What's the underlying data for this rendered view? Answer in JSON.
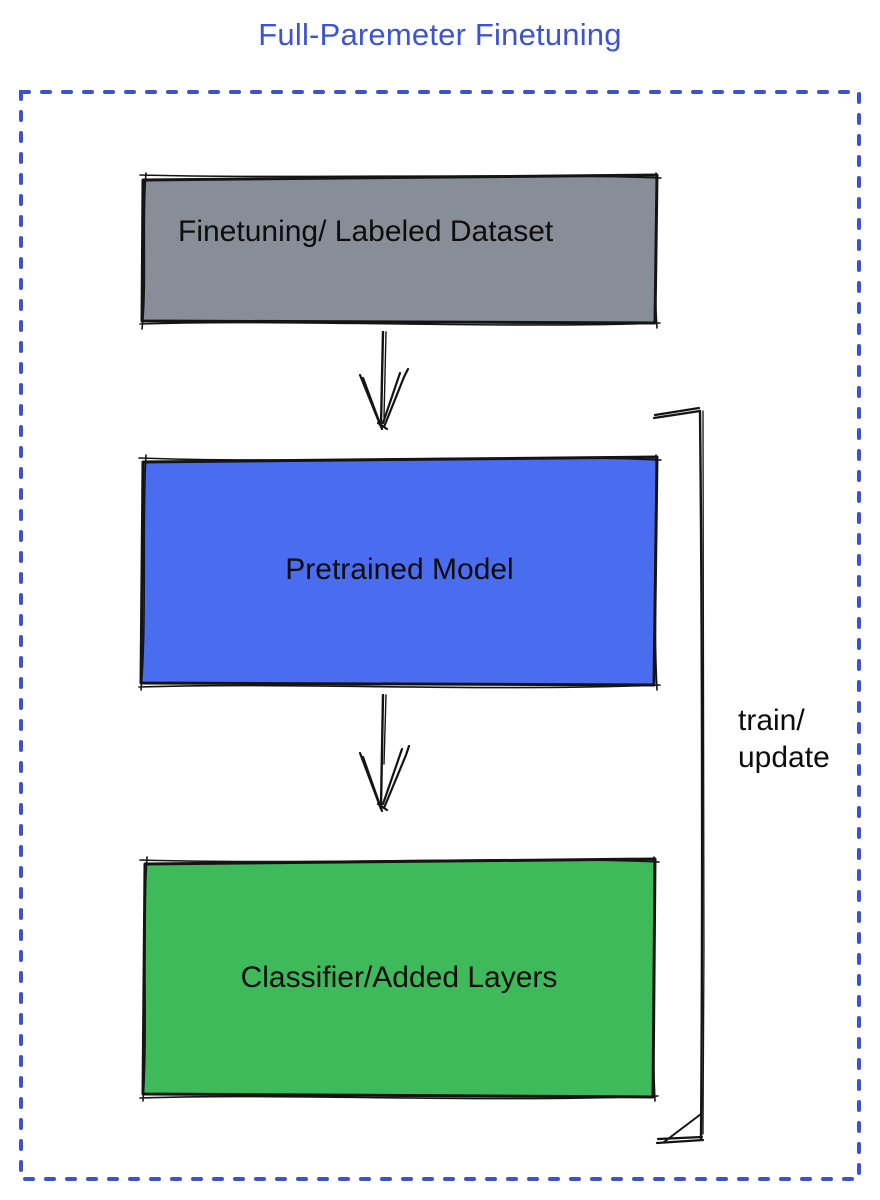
{
  "title": {
    "text": "Full-Paremeter Finetuning",
    "color": "#3D53D1"
  },
  "frame": {
    "color": "#3E53CB",
    "style": "dashed"
  },
  "boxes": [
    {
      "name": "finetuning-dataset",
      "label": "Finetuning/ Labeled Dataset",
      "fill": "#888E97"
    },
    {
      "name": "pretrained-model",
      "label": "Pretrained Model",
      "fill": "#4A6DF0"
    },
    {
      "name": "classifier-added-layers",
      "label": "Classifier/Added Layers",
      "fill": "#3EBA5B"
    }
  ],
  "arrows": [
    {
      "name": "dataset-to-pretrained",
      "direction": "down"
    },
    {
      "name": "pretrained-to-classifier",
      "direction": "down"
    }
  ],
  "bracket": {
    "label_line1": "train/",
    "label_line2": "update",
    "stroke": "#141414"
  }
}
